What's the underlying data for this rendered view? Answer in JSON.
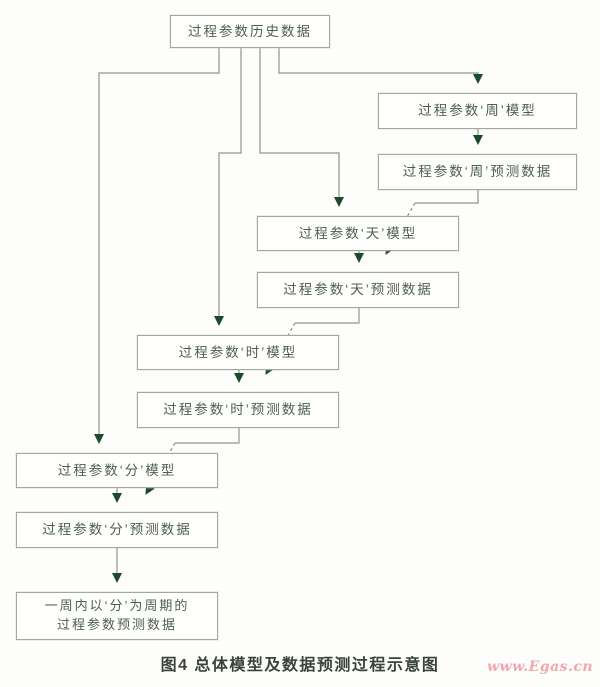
{
  "diagram": {
    "nodes": {
      "history": {
        "label": "过程参数历史数据"
      },
      "week_model": {
        "label": "过程参数‘周’模型"
      },
      "week_pred": {
        "label": "过程参数‘周’预测数据"
      },
      "day_model": {
        "label": "过程参数‘天’模型"
      },
      "day_pred": {
        "label": "过程参数‘天’预测数据"
      },
      "hour_model": {
        "label": "过程参数‘时’模型"
      },
      "hour_pred": {
        "label": "过程参数‘时’预测数据"
      },
      "min_model": {
        "label": "过程参数‘分’模型"
      },
      "min_pred": {
        "label": "过程参数‘分’预测数据"
      },
      "final": {
        "line1": "一周内以‘分’为周期的",
        "line2": "过程参数预测数据"
      }
    },
    "caption": "图4  总体模型及数据预测过程示意图",
    "watermark": "www.Egas.cn",
    "colors": {
      "arrowhead": "#1d4a2c",
      "line": "#8f968c",
      "box_border": "#a3a79f",
      "box_text": "#4e5e54",
      "caption_text": "#39433c",
      "watermark_pink": "#f2a6ae"
    }
  }
}
